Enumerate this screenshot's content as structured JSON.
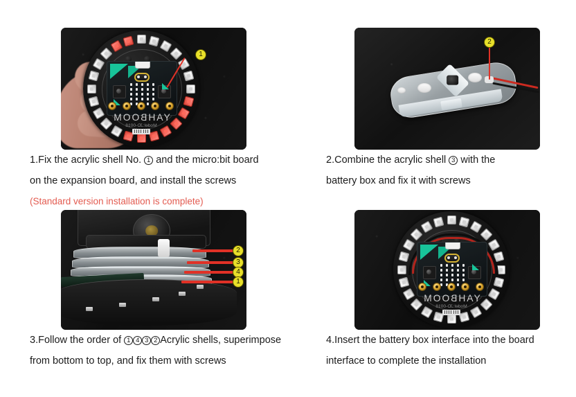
{
  "page": {
    "background": "#ffffff",
    "accent_callout": "#e8e02a",
    "accent_leader": "#e03126",
    "note_color": "#e35b50",
    "text_color": "#1b1b1b"
  },
  "steps": [
    {
      "id": "step-1",
      "number": "1.",
      "photo_alt": "Circular RGB LED ring expansion board with micro:bit mounted, held in a hand",
      "brand": "YAHBOOM",
      "brand_sub": "Model:JD-0018",
      "callouts": [
        "1"
      ],
      "caption_lines": [
        {
          "segments": [
            {
              "type": "text",
              "value": "1.Fix the acrylic shell No. "
            },
            {
              "type": "circled",
              "value": "1"
            },
            {
              "type": "text",
              "value": " and the micro:bit board"
            }
          ]
        },
        {
          "segments": [
            {
              "type": "text",
              "value": "on the expansion board, and install the screws"
            }
          ]
        }
      ],
      "note": "(Standard version installation is complete)"
    },
    {
      "id": "step-2",
      "number": "2.",
      "photo_alt": "Transparent acrylic shell bar combined with battery box, red and black wires attached",
      "callouts": [
        "2"
      ],
      "caption_lines": [
        {
          "segments": [
            {
              "type": "text",
              "value": "2.Combine the acrylic shell "
            },
            {
              "type": "circled",
              "value": "3"
            },
            {
              "type": "text",
              "value": " with the"
            }
          ]
        },
        {
          "segments": [
            {
              "type": "text",
              "value": "battery box and fix it with screws"
            }
          ]
        }
      ],
      "note": ""
    },
    {
      "id": "step-3",
      "number": "3.",
      "photo_alt": "Side view of stacked transparent acrylic layers over the circular board with battery box on top",
      "callouts": [
        "2",
        "3",
        "4",
        "1"
      ],
      "caption_lines": [
        {
          "segments": [
            {
              "type": "text",
              "value": "3.Follow the order of "
            },
            {
              "type": "circled",
              "value": "1"
            },
            {
              "type": "circled",
              "value": "4"
            },
            {
              "type": "circled",
              "value": "3"
            },
            {
              "type": "circled",
              "value": "2"
            },
            {
              "type": "text",
              "value": "Acrylic shells, superimpose"
            }
          ]
        },
        {
          "segments": [
            {
              "type": "text",
              "value": "from bottom to top, and fix them with screws"
            }
          ]
        }
      ],
      "note": ""
    },
    {
      "id": "step-4",
      "number": "4.",
      "photo_alt": "Completed assembly: circular LED ring board with micro:bit and battery wires connected",
      "brand": "YAHBOOM",
      "brand_sub": "Model:JD-0018",
      "callouts": [],
      "caption_lines": [
        {
          "segments": [
            {
              "type": "text",
              "value": "4.Insert the battery box interface into the board"
            }
          ]
        },
        {
          "segments": [
            {
              "type": "text",
              "value": "interface to complete the installation"
            }
          ]
        }
      ],
      "note": ""
    }
  ]
}
